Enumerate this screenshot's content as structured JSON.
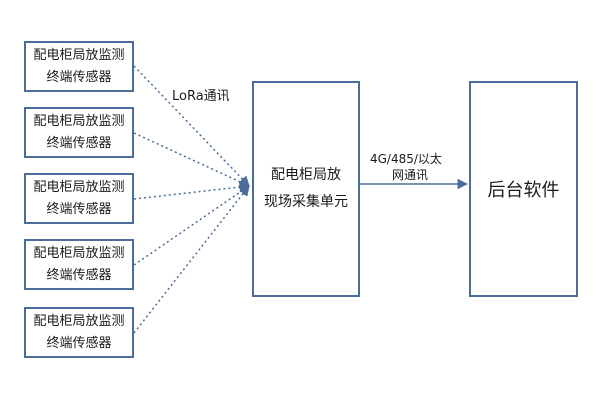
{
  "sensors": [
    {
      "line1": "配电柜局放监测",
      "line2": "终端传感器"
    },
    {
      "line1": "配电柜局放监测",
      "line2": "终端传感器"
    },
    {
      "line1": "配电柜局放监测",
      "line2": "终端传感器"
    },
    {
      "line1": "配电柜局放监测",
      "line2": "终端传感器"
    },
    {
      "line1": "配电柜局放监测",
      "line2": "终端传感器"
    }
  ],
  "collector": {
    "line1": "配电柜局放",
    "line2": "现场采集单元"
  },
  "backend": {
    "label": "后台软件"
  },
  "links": {
    "lora_label": "LoRa通讯",
    "network_label_line1": "4G/485/以太",
    "network_label_line2": "网通讯"
  },
  "colors": {
    "box_border": "#4a6d99",
    "connector": "#4a6d99",
    "text": "#1a1a1a"
  }
}
